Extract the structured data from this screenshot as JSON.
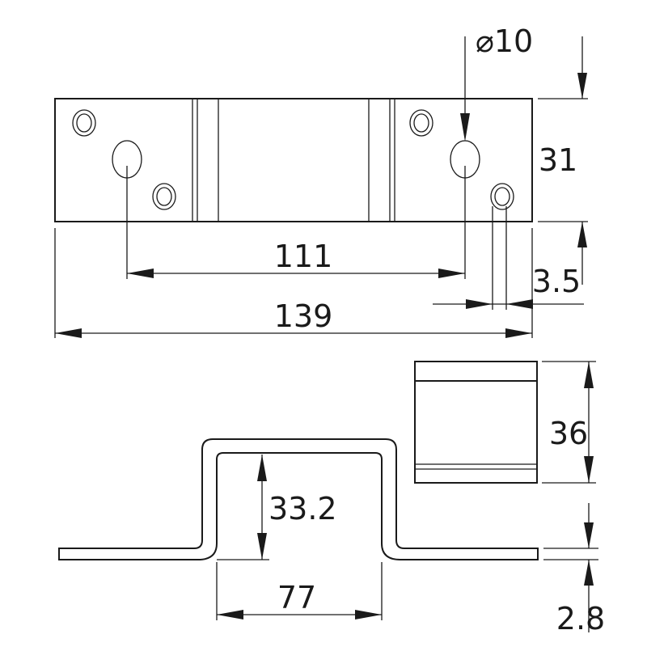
{
  "title": "Bracket dimensional drawing",
  "dimensions": {
    "hole_diameter": "⌀10",
    "hole_spacing": "111",
    "overall_length": "139",
    "plate_width": "31",
    "hole_edge_offset": "3.5",
    "end_view_width": "36",
    "inner_height": "33.2",
    "inner_span": "77",
    "thickness": "2.8"
  },
  "colors": {
    "line": "#1a1a1a",
    "background": "#ffffff"
  }
}
